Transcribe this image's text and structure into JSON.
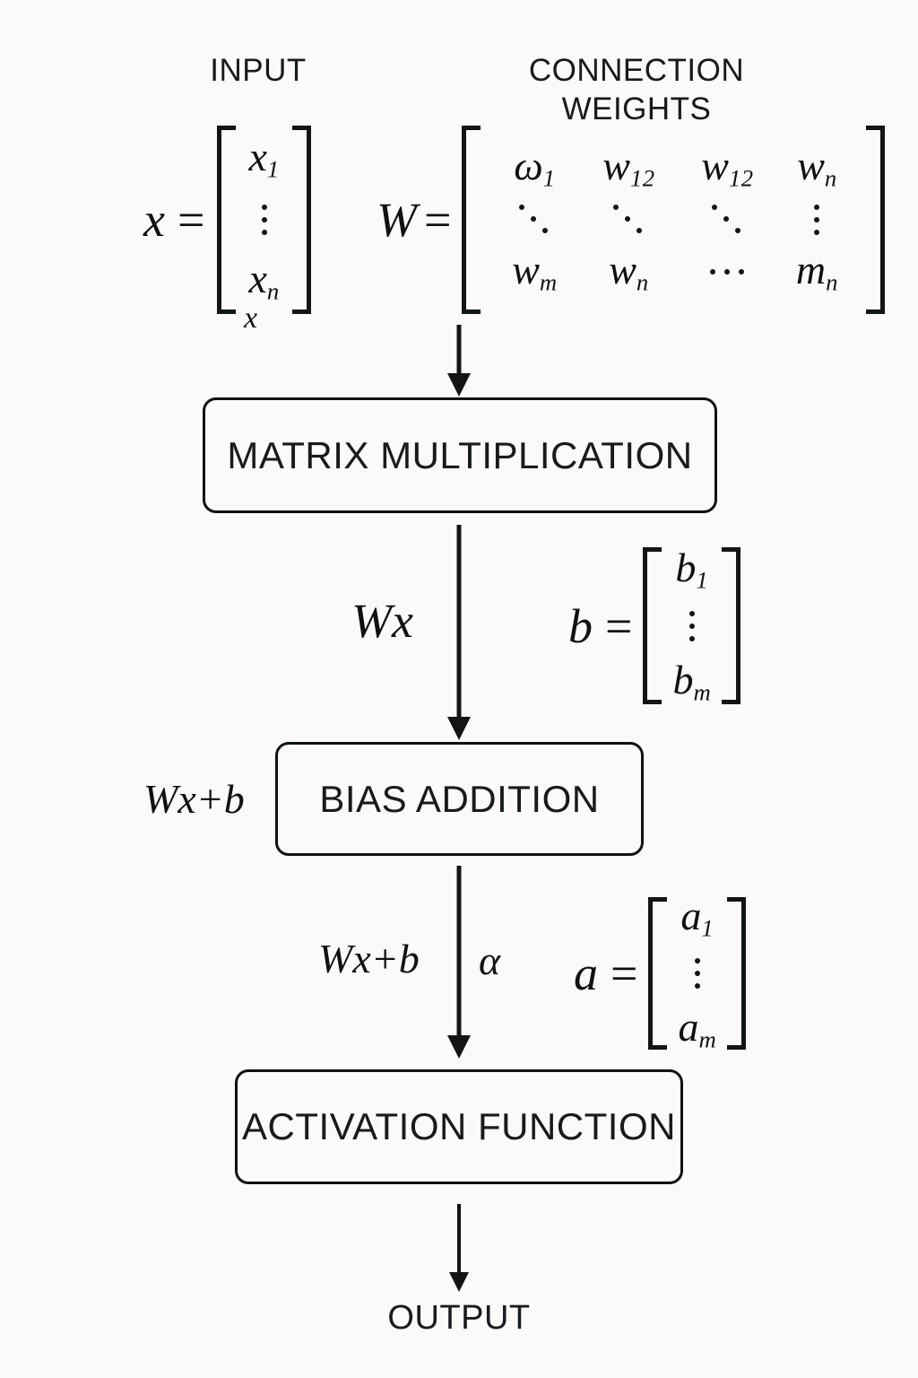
{
  "diagram": {
    "title": "Neural network layer computation flow",
    "background_color": "#fbfaf9",
    "stroke_color": "#141414"
  },
  "headers": {
    "input": "INPUT",
    "connection_weights": "CONNECTION\nWEIGHTS"
  },
  "input_vector": {
    "symbol": "x",
    "equals": "=",
    "entries": [
      "x",
      "⋮",
      "x"
    ],
    "entry_1": "x",
    "entry_1_sub": "1",
    "entry_n": "x",
    "entry_n_sub": "n",
    "under_bracket_label": "x"
  },
  "weight_matrix": {
    "symbol": "W",
    "equals": "=",
    "rows": [
      [
        {
          "base": "ω",
          "sub": "1"
        },
        {
          "base": "w",
          "sub": "12"
        },
        {
          "base": "w",
          "sub": "12"
        },
        {
          "base": "w",
          "sub": "n"
        }
      ],
      [
        {
          "base": "⋱",
          "sub": ""
        },
        {
          "base": "⋱",
          "sub": ""
        },
        {
          "base": "⋱",
          "sub": ""
        },
        {
          "base": "⋮",
          "sub": ""
        }
      ],
      [
        {
          "base": "w",
          "sub": "m"
        },
        {
          "base": "w",
          "sub": "n"
        },
        {
          "base": "⋯",
          "sub": ""
        },
        {
          "base": "m",
          "sub": "n"
        }
      ]
    ],
    "r1c1": "ω",
    "r1c1_sub": "1",
    "r1c2": "w",
    "r1c2_sub": "12",
    "r1c3": "w",
    "r1c3_sub": "12",
    "r1c4": "w",
    "r1c4_sub": "n",
    "r3c1": "w",
    "r3c1_sub": "m",
    "r3c2": "w",
    "r3c2_sub": "n",
    "r3c4": "m",
    "r3c4_sub": "n"
  },
  "bias_vector": {
    "symbol": "b",
    "equals": "=",
    "entry_1": "b",
    "entry_1_sub": "1",
    "entry_m": "b",
    "entry_m_sub": "m"
  },
  "activation_vector": {
    "symbol": "a",
    "equals": "=",
    "entry_1": "a",
    "entry_1_sub": "1",
    "entry_m": "a",
    "entry_m_sub": "m"
  },
  "boxes": {
    "matrix_multiplication": "MATRIX MULTIPLICATION",
    "bias_addition": "BIAS ADDITION",
    "activation_function": "ACTIVATION FUNCTION"
  },
  "edge_labels": {
    "after_matmul": "Wx",
    "before_bias": "Wx+b",
    "after_bias": "Wx+b",
    "alpha": "α"
  },
  "output": {
    "label": "OUTPUT"
  }
}
